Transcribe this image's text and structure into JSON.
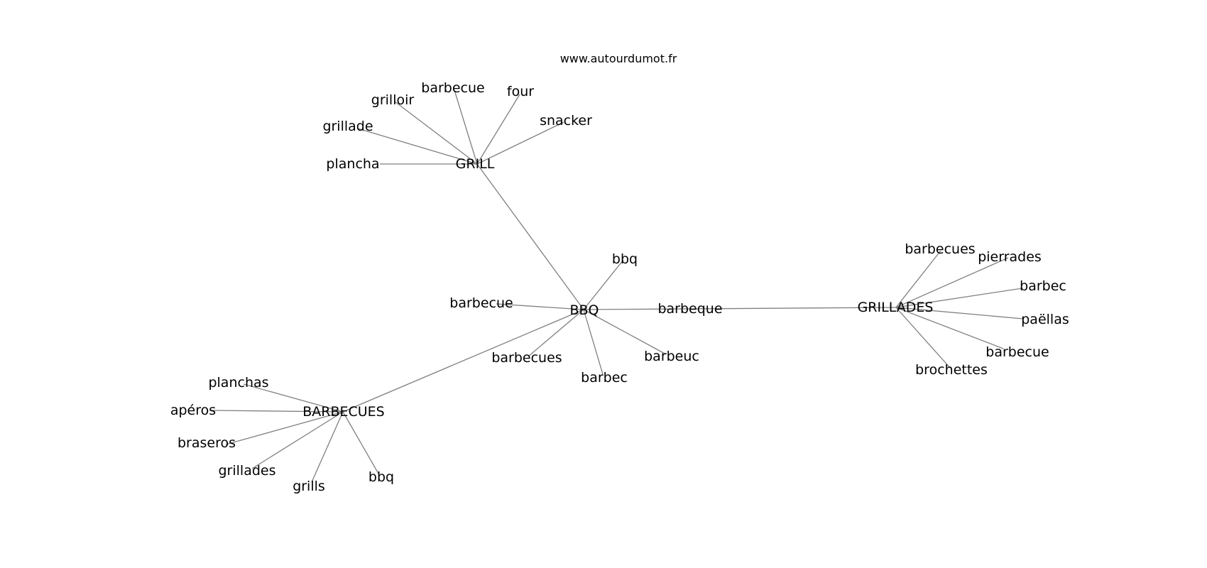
{
  "credit": "www.autourdumot.fr",
  "colors": {
    "edge": "#808080",
    "text": "#000000",
    "background": "#ffffff"
  },
  "hubs": {
    "bbq": "BBQ",
    "grill": "GRILL",
    "barbecues": "BARBECUES",
    "grillades": "GRILLADES"
  },
  "words": {
    "grill_barbecue": "barbecue",
    "grill_four": "four",
    "grill_grilloir": "grilloir",
    "grill_snacker": "snacker",
    "grill_grillade": "grillade",
    "grill_plancha": "plancha",
    "bbq_bbq": "bbq",
    "bbq_barbecue": "barbecue",
    "bbq_barbeque": "barbeque",
    "bbq_barbecues": "barbecues",
    "bbq_barbeuc": "barbeuc",
    "bbq_barbec": "barbec",
    "grillades_barbecues": "barbecues",
    "grillades_pierrades": "pierrades",
    "grillades_barbec": "barbec",
    "grillades_paellas": "paëllas",
    "grillades_barbecue": "barbecue",
    "grillades_brochettes": "brochettes",
    "barbecues_planchas": "planchas",
    "barbecues_aperos": "apéros",
    "barbecues_braseros": "braseros",
    "barbecues_grillades": "grillades",
    "barbecues_grills": "grills",
    "barbecues_bbq": "bbq"
  }
}
